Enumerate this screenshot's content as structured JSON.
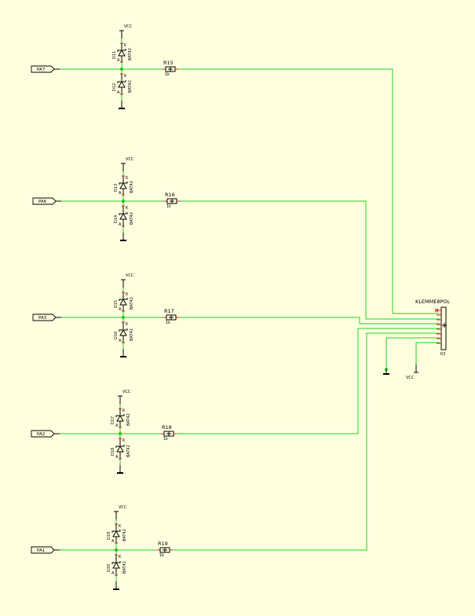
{
  "colors": {
    "background": "#ffffe0",
    "wire": "#1fd01f",
    "component": "#000000",
    "pin": "#d01a1a",
    "port_fill": "#ffffe0"
  },
  "rows": [
    {
      "port": "PA7",
      "resistor": "R15",
      "resistor_value": "1k",
      "diode_top": "D11",
      "diode_bottom": "D12",
      "diode_type": "BAT42",
      "supply": "VCC"
    },
    {
      "port": "PA6",
      "resistor": "R16",
      "resistor_value": "1k",
      "diode_top": "D13",
      "diode_bottom": "D14",
      "diode_type": "BAT42",
      "supply": "VCC"
    },
    {
      "port": "PA3",
      "resistor": "R17",
      "resistor_value": "1k",
      "diode_top": "D15",
      "diode_bottom": "D16",
      "diode_type": "BAT42",
      "supply": "VCC"
    },
    {
      "port": "PA2",
      "resistor": "R18",
      "resistor_value": "1k",
      "diode_top": "D17",
      "diode_bottom": "D18",
      "diode_type": "BAT42",
      "supply": "VCC"
    },
    {
      "port": "PA1",
      "resistor": "R19",
      "resistor_value": "1k",
      "diode_top": "D19",
      "diode_bottom": "D20",
      "diode_type": "BAT42",
      "supply": "VCC"
    }
  ],
  "connector": {
    "name": "KLEMME8POL",
    "ref": "K3"
  },
  "power": {
    "supply_label": "VCC"
  },
  "pin_letters": {
    "anode": "A",
    "cathode": "K"
  }
}
